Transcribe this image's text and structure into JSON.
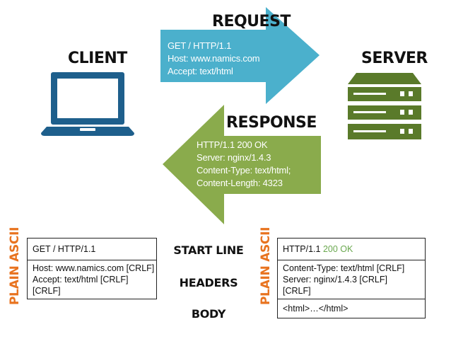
{
  "client": {
    "label": "CLIENT"
  },
  "server": {
    "label": "SERVER"
  },
  "request": {
    "title": "REQUEST",
    "lines": [
      "GET / HTTP/1.1",
      "Host: www.namics.com",
      "Accept: text/html"
    ]
  },
  "response": {
    "title": "RESPONSE",
    "lines": [
      "HTTP/1.1 200 OK",
      "Server: nginx/1.4.3",
      "Content-Type: text/html;",
      "Content-Length: 4323"
    ]
  },
  "sections": {
    "start_line": "START LINE",
    "headers": "HEADERS",
    "body": "BODY"
  },
  "side_label": "PLAIN ASCII",
  "request_box": {
    "start_line": "GET / HTTP/1.1",
    "headers": [
      "Host: www.namics.com [CRLF]",
      "Accept: text/html [CRLF]",
      "[CRLF]"
    ]
  },
  "response_box": {
    "start_line_prefix": "HTTP/1.1 ",
    "start_line_status": "200 OK",
    "headers": [
      "Content-Type: text/html [CRLF]",
      "Server: nginx/1.4.3 [CRLF]",
      "[CRLF]"
    ],
    "body": "<html>…</html>"
  },
  "colors": {
    "request_arrow": "#4bb0cc",
    "response_arrow": "#8aab4c",
    "laptop": "#1e5f8c",
    "server": "#5a7a2a",
    "accent": "#e8731f",
    "status_ok": "#6aa84f"
  }
}
